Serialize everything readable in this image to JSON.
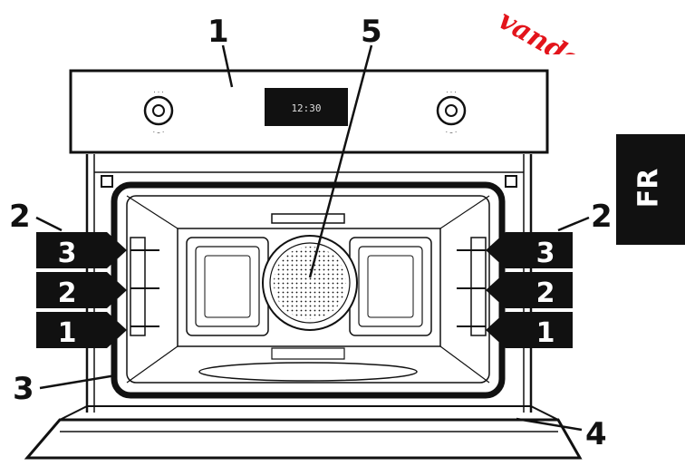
{
  "watermark": "vandenborre.be",
  "language_tab": "FR",
  "display_readout": "12:30",
  "callouts": {
    "control_panel": "1",
    "side_rail_left": "2",
    "side_rail_right": "2",
    "door_seal": "3",
    "door": "4",
    "fan": "5"
  },
  "shelf_levels": {
    "left": [
      "3",
      "2",
      "1"
    ],
    "right": [
      "3",
      "2",
      "1"
    ]
  }
}
